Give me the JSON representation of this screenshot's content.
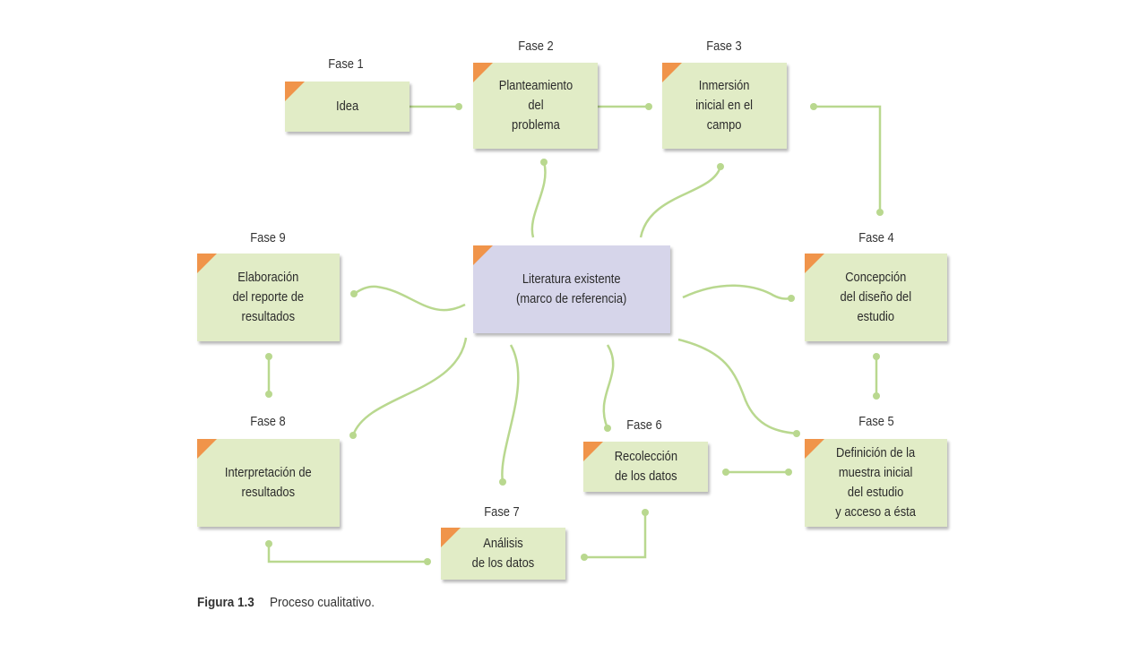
{
  "colors": {
    "box": "#e1ecc6",
    "center_box": "#d6d5ea",
    "corner": "#f0944a",
    "connector": "#b9d88f",
    "text": "#2b2b2b"
  },
  "nodes": {
    "fase1": {
      "label": "Fase 1",
      "text": "Idea"
    },
    "fase2": {
      "label": "Fase 2",
      "text": "Planteamiento\ndel\nproblema"
    },
    "fase3": {
      "label": "Fase 3",
      "text": "Inmersión\ninicial en el\ncampo"
    },
    "fase4": {
      "label": "Fase 4",
      "text": "Concepción\ndel diseño del\nestudio"
    },
    "fase5": {
      "label": "Fase 5",
      "text": "Definición de la\nmuestra inicial\ndel estudio\ny acceso a ésta"
    },
    "fase6": {
      "label": "Fase 6",
      "text": "Recolección\nde los datos"
    },
    "fase7": {
      "label": "Fase 7",
      "text": "Análisis\nde los datos"
    },
    "fase8": {
      "label": "Fase 8",
      "text": "Interpretación de\nresultados"
    },
    "fase9": {
      "label": "Fase 9",
      "text": "Elaboración\ndel reporte de\nresultados"
    },
    "center": {
      "text": "Literatura existente\n(marco de referencia)"
    }
  },
  "caption": {
    "number": "Figura 1.3",
    "text": "Proceso cualitativo."
  }
}
